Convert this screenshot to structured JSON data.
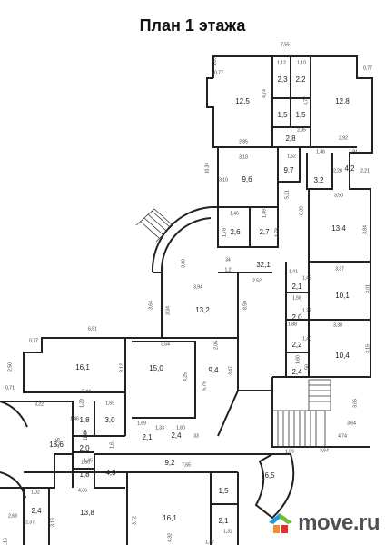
{
  "title": "План 1 этажа",
  "watermark": {
    "text": "move.ru",
    "colors": {
      "blue": "#1f9bd7",
      "green": "#6bbf3a",
      "orange": "#f28c28",
      "red": "#e0322b",
      "text": "#4f4f55"
    }
  },
  "room_areas": [
    "12,5",
    "2,3",
    "2,2",
    "12,8",
    "1,5",
    "1,5",
    "2,8",
    "9,6",
    "9,7",
    "3,2",
    "4,2",
    "2,6",
    "2,7",
    "13,4",
    "32,1",
    "2,1",
    "10,1",
    "2,0",
    "13,2",
    "2,2",
    "10,4",
    "2,4",
    "16,1",
    "15,0",
    "9,4",
    "1,8",
    "3,0",
    "18,6",
    "2,0",
    "2,1",
    "2,4",
    "1,8",
    "4,3",
    "6,5",
    "2,4",
    "13,8",
    "16,1",
    "1,5",
    "2,1",
    "9,2"
  ],
  "dimensions": [
    "7,55",
    "1,39",
    "0,77",
    "0,77",
    "1,12",
    "1,10",
    "4,74",
    "4,77",
    "2,35",
    "2,85",
    "2,92",
    "1,52",
    "1,46",
    "1,91",
    "3,10",
    "10,34",
    "3,10",
    "2,20",
    "2,21",
    "3,50",
    "5,21",
    "6,39",
    "3,84",
    "1,46",
    "1,49",
    "1,78",
    "1,78",
    "3,30",
    "34",
    "1,2",
    "2,52",
    "1,41",
    "1,46",
    "3,37",
    "3,94",
    "3,34",
    "3,64",
    "8,59",
    "1,58",
    "1,27",
    "3,01",
    "6,51",
    "3,38",
    "0,77",
    "3,54",
    "2,05",
    "1,88",
    "1,40",
    "2,50",
    "3,12",
    "4,25",
    "5,75",
    "3,47",
    "1,60",
    "1,50",
    "3,15",
    "0,71",
    "5,44",
    "3,22",
    "1,23",
    "1,59",
    "1,46",
    "1,61",
    "4,35",
    "1,30",
    "1,69",
    "1,33",
    "1,80",
    "33",
    "3,05",
    "3,64",
    "4,74",
    "1,09",
    "3,64",
    "1,45",
    "1,40",
    "1,30",
    "7,65",
    "4,36",
    "1,02",
    "2,37",
    "3,16",
    "3,72",
    "4,32",
    "2,68",
    "1,16",
    "1,47",
    "1,32"
  ],
  "icons": [
    "house-icon"
  ]
}
